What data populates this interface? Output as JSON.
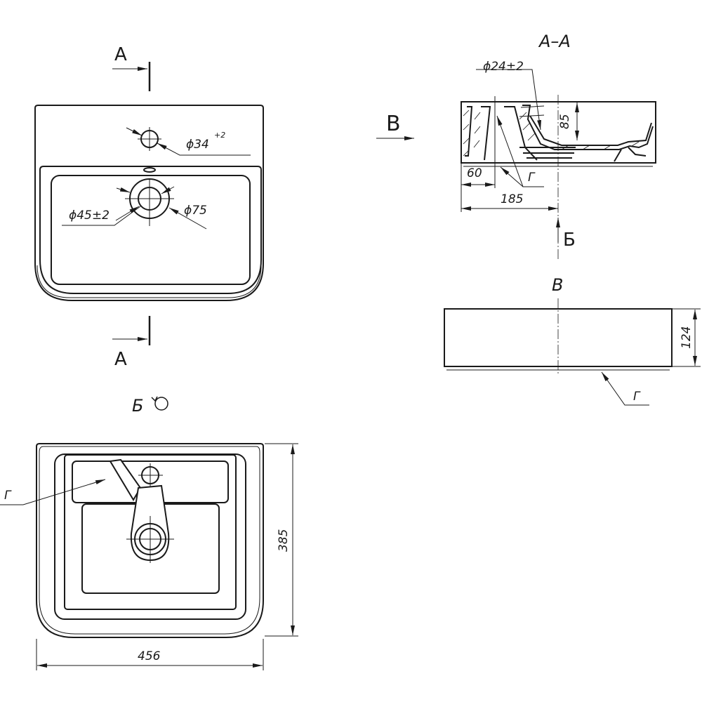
{
  "top_view": {
    "section_label_top": "A",
    "section_label_bottom": "A",
    "tap_hole_dim": "ϕ34",
    "tap_hole_tol": "+2",
    "drain_inner_dim": "ϕ45±2",
    "drain_outer_dim": "ϕ75"
  },
  "section_view": {
    "title": "A–A",
    "overflow_dim": "ϕ24±2",
    "depth_dim": "85",
    "offset_dim": "60",
    "drain_offset_dim": "185",
    "surface_label": "Г",
    "view_arrow_label": "B",
    "bottom_arrow_label": "Б"
  },
  "side_view": {
    "title": "B",
    "height_dim": "124",
    "surface_label": "Г"
  },
  "bottom_view": {
    "title": "Б",
    "surface_label": "Г",
    "width_dim": "456",
    "depth_dim": "385"
  }
}
